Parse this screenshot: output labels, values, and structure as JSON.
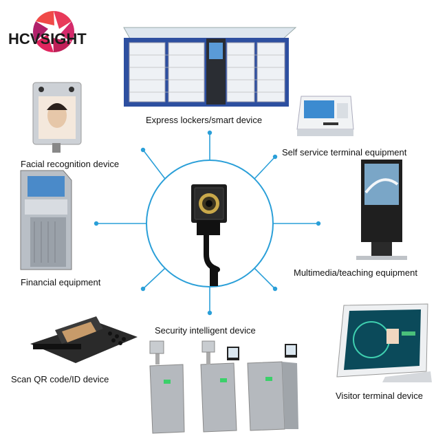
{
  "brand": {
    "name": "HCVSIGHT"
  },
  "labels": {
    "express": "Express lockers/smart device",
    "self_service": "Self service terminal equipment",
    "facial": "Facial recognition device",
    "financial": "Financial equipment",
    "multimedia": "Multimedia/teaching equipment",
    "security": "Security intelligent device",
    "scan": "Scan QR code/ID device",
    "visitor": "Visitor terminal device"
  },
  "colors": {
    "accent": "#2a9fd8",
    "logo_red": "#e0245e",
    "logo_magenta": "#b0206a"
  }
}
